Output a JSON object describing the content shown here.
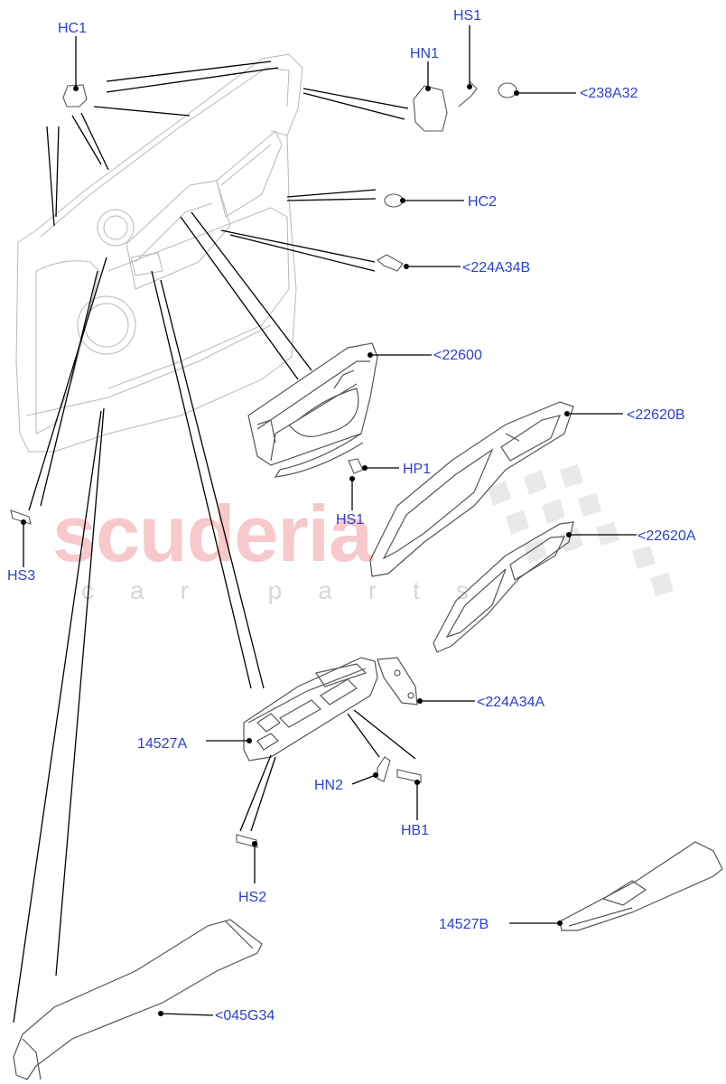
{
  "watermark": {
    "brand": "scuderia",
    "tagline": "car parts"
  },
  "callouts": {
    "hc1": "HC1",
    "hs1_top": "HS1",
    "hn1": "HN1",
    "c238a32": "<238A32",
    "hc2": "HC2",
    "c224a34b": "<224A34B",
    "c22600": "<22600",
    "c22620b": "<22620B",
    "hp1": "HP1",
    "hs1_mid": "HS1",
    "c22620a": "<22620A",
    "hs3": "HS3",
    "c224a34a": "<224A34A",
    "p14527a": "14527A",
    "hn2": "HN2",
    "hb1": "HB1",
    "hs2": "HS2",
    "p14527b": "14527B",
    "c045g34": "<045G34"
  },
  "colors": {
    "callout_text": "#2b3fd6",
    "line": "#000000",
    "part_outline": "#6f6f6f",
    "watermark": "#f7c9cc"
  }
}
